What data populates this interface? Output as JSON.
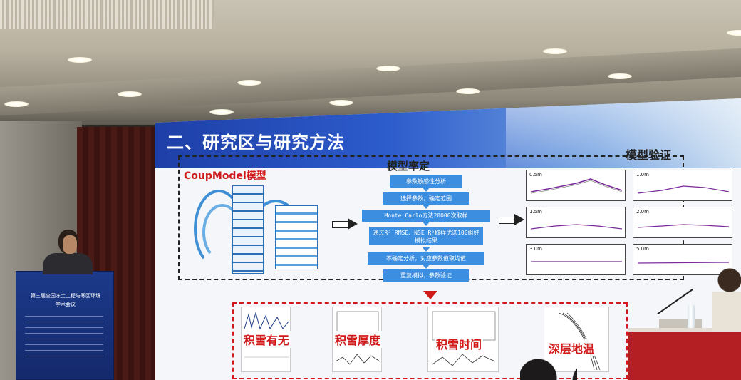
{
  "slide": {
    "title": "二、研究区与研究方法",
    "model_label": "CoupModel模型",
    "calibration_title": "模型率定",
    "validation_title": "模型验证",
    "flow_steps": [
      "参数敏感性分析",
      "选择参数，确定范围",
      "Monte Carlo方法20000次取样",
      "通过R² RMSE、NSE R²取样优选100组好模拟结果",
      "不确定分析，对应参数值取均值",
      "重复模拟，参数验证"
    ],
    "validation_plots": [
      "0.5m",
      "1.0m",
      "1.5m",
      "2.0m",
      "3.0m",
      "5.0m"
    ],
    "outputs": [
      "积雪有无",
      "积雪厚度",
      "积雪时间",
      "深层地温"
    ]
  },
  "podium": {
    "title_line1": "第三届全国冻土工程与寒区环境",
    "title_line2": "学术会议"
  },
  "colors": {
    "header_blue": "#1e3fa7",
    "flow_blue": "#3c8ee0",
    "accent_red": "#d11a1a",
    "table_red": "#b41f24"
  }
}
